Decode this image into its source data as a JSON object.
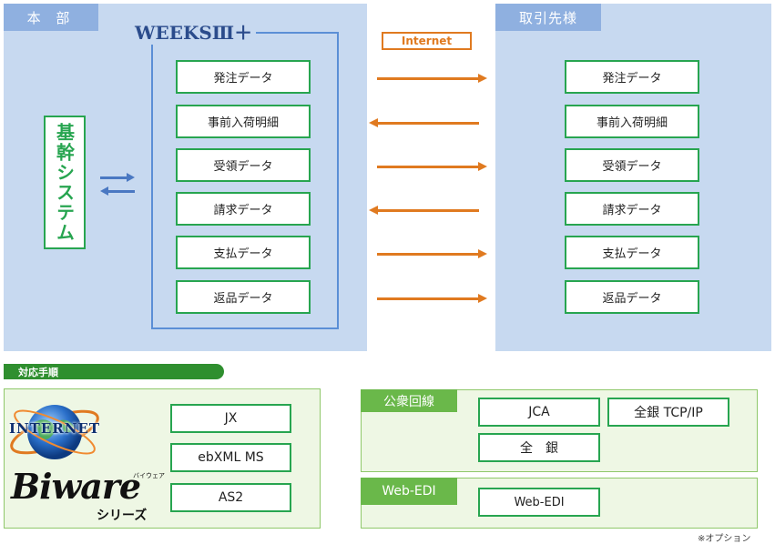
{
  "headquarters": {
    "label": "本 部"
  },
  "partner": {
    "label": "取引先様"
  },
  "weeks": {
    "title": "WEEKSⅢ＋"
  },
  "core_system": {
    "label": "基幹システム"
  },
  "internet": {
    "label": "Internet"
  },
  "left_items": [
    "発注データ",
    "事前入荷明細",
    "受領データ",
    "請求データ",
    "支払データ",
    "返品データ"
  ],
  "right_items": [
    "発注データ",
    "事前入荷明細",
    "受領データ",
    "請求データ",
    "支払データ",
    "返品データ"
  ],
  "arrows": [
    "right",
    "left",
    "right",
    "left",
    "right",
    "right"
  ],
  "procedure": {
    "label": "対応手順"
  },
  "internet_protocols": [
    "JX",
    "ebXML MS",
    "AS2"
  ],
  "logos": {
    "internet": "INTERNET",
    "biware": "Biware",
    "biware_kana": "バイウェア",
    "biware_series": "シリーズ"
  },
  "public_line": {
    "label": "公衆回線",
    "items": [
      "JCA",
      "全銀 TCP/IP",
      "全　銀"
    ]
  },
  "web_edi": {
    "label": "Web-EDI",
    "items": [
      "Web-EDI"
    ]
  },
  "option_note": "※オプション",
  "colors": {
    "panel": "#c7d9f0",
    "green": "#27a550",
    "orange": "#e07a20",
    "blue": "#4a78c2"
  }
}
